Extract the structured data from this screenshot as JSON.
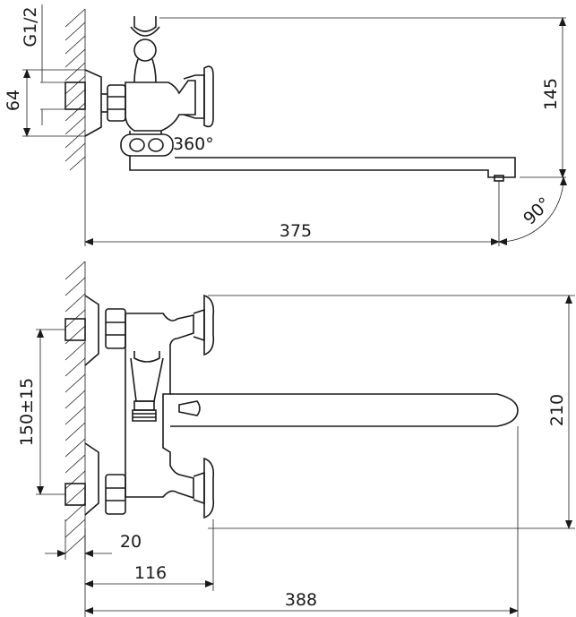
{
  "labels": {
    "thread": "G1/2",
    "inlet_height": "64",
    "outlet_height": "145",
    "rotation": "360°",
    "spout_length_top": "375",
    "spout_angle": "90°",
    "center_distance": "150±15",
    "total_height": "210",
    "offset_small": "20",
    "offset_mid": "116",
    "spout_length_bottom": "388"
  }
}
